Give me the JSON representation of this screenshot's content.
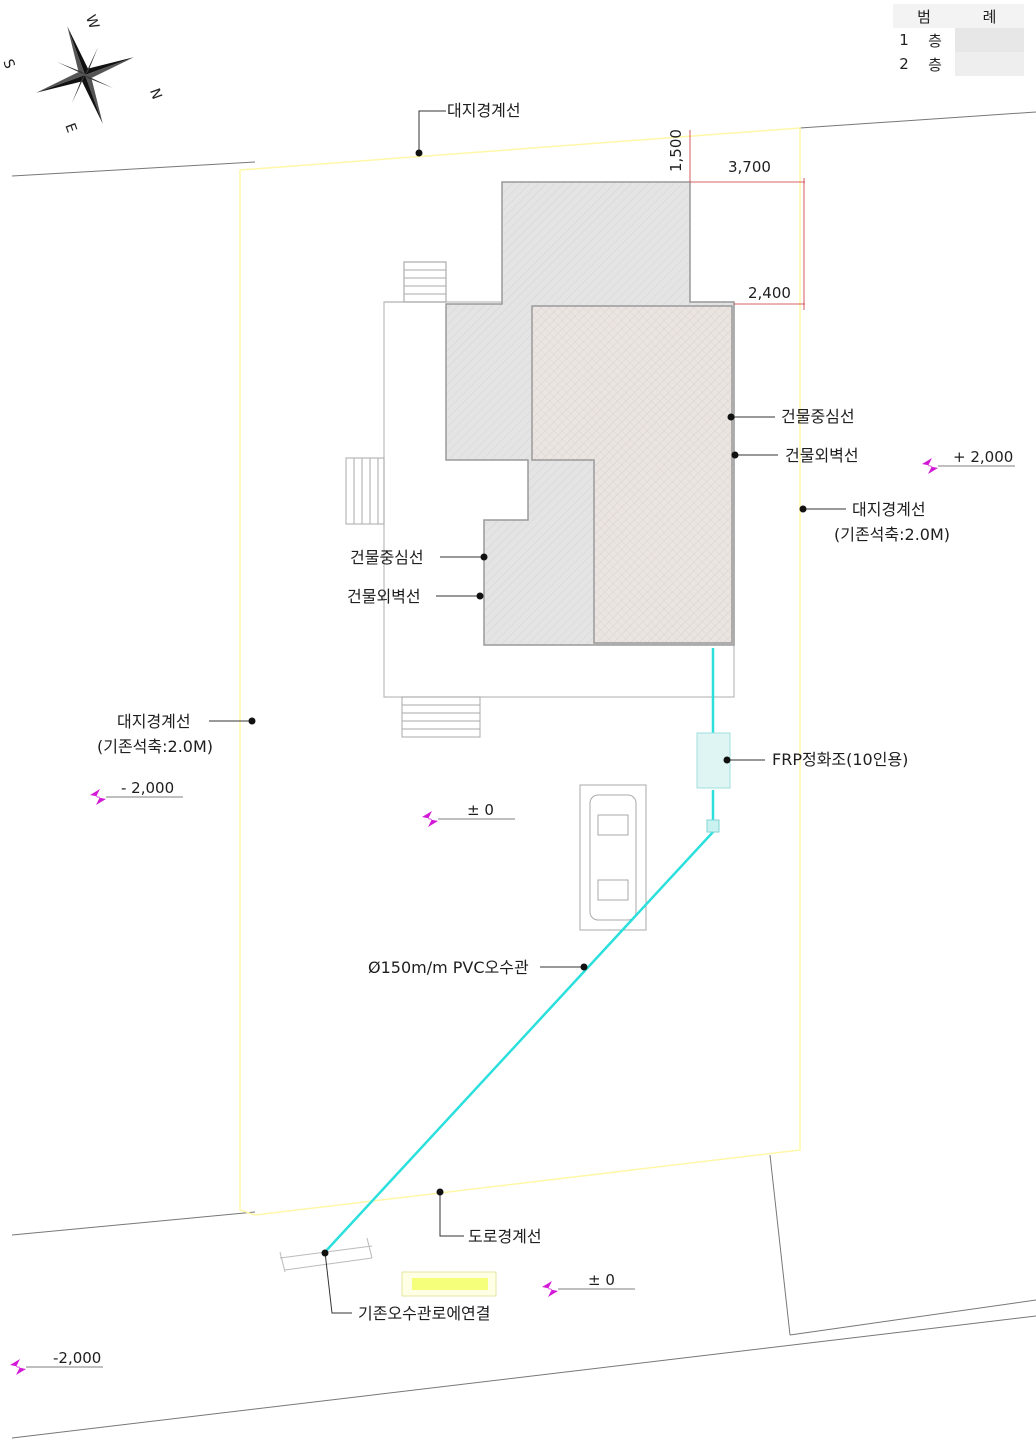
{
  "legend": {
    "header": [
      "범",
      "례"
    ],
    "rows": [
      {
        "num": "1",
        "label": "층"
      },
      {
        "num": "2",
        "label": "층"
      }
    ]
  },
  "compass": {
    "w": "W",
    "s": "S",
    "n": "N",
    "e": "E"
  },
  "labels": {
    "boundary_top": "대지경계선",
    "dim_1500": "1,500",
    "dim_3700": "3,700",
    "dim_2400": "2,400",
    "center_right": "건물중심선",
    "wall_right": "건물외벽선",
    "level_plus2000": "+ 2,000",
    "boundary_right": "대지경계선",
    "boundary_right_sub": "(기존석축:2.0M)",
    "center_left": "건물중심선",
    "wall_left": "건물외벽선",
    "boundary_left": "대지경계선",
    "boundary_left_sub": "(기존석축:2.0M)",
    "frp": "FRP정화조(10인용)",
    "level_minus2000": "- 2,000",
    "level_zero_mid": "± 0",
    "pipe": "Ø150m/m PVC오수관",
    "road_boundary": "도로경계선",
    "level_zero_road": "± 0",
    "connect": "기존오수관로에연결",
    "level_minus2000_bottom": "-2,000"
  },
  "colors": {
    "pipe": "#2be0dc",
    "boundary": "#fff9b0",
    "level_marker": "#d21ad6",
    "floor1": "#e3e3e3",
    "floor2": "#ebe6e3"
  }
}
